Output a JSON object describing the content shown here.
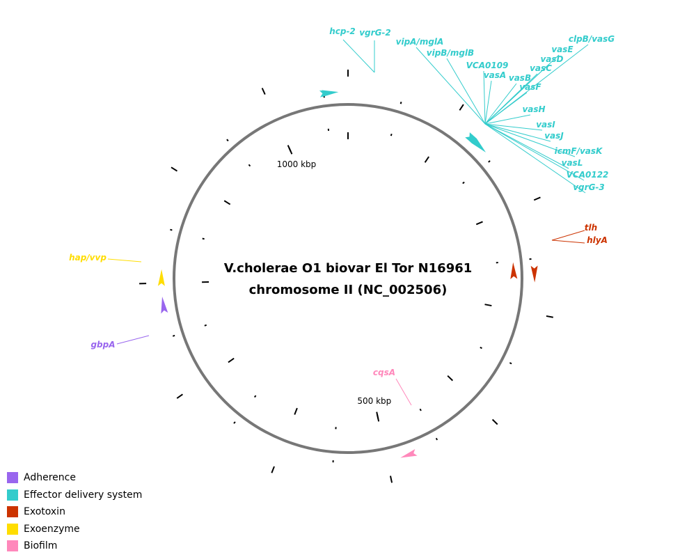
{
  "title_lines": [
    "V.cholerae O1 biovar El Tor N16961",
    "chromosome II (NC_002506)"
  ],
  "genome_length_kbp": 1072.3,
  "scale_labels": [
    {
      "kbp": 500,
      "text": "500 kbp"
    },
    {
      "kbp": 1000,
      "text": "1000 kbp"
    }
  ],
  "categories": [
    {
      "id": "adherence",
      "name": "Adherence",
      "color": "#9966ee"
    },
    {
      "id": "effector",
      "name": "Effector delivery system",
      "color": "#33cccc"
    },
    {
      "id": "exotoxin",
      "name": "Exotoxin",
      "color": "#cc3300"
    },
    {
      "id": "exoenzyme",
      "name": "Exoenzyme",
      "color": "#ffdd00"
    },
    {
      "id": "biofilm",
      "name": "Biofilm",
      "color": "#ff88bb"
    }
  ],
  "features": [
    {
      "name": "hcp-2",
      "category": "effector",
      "position_kbp": 1054,
      "strand": 1
    },
    {
      "name": "vgrG-2",
      "category": "effector",
      "position_kbp": 1056,
      "strand": 1
    },
    {
      "name": "vipA/mglA",
      "category": "effector",
      "position_kbp": 126,
      "strand": 1
    },
    {
      "name": "vipB/mglB",
      "category": "effector",
      "position_kbp": 126.5,
      "strand": 1
    },
    {
      "name": "VCA0109",
      "category": "effector",
      "position_kbp": 127,
      "strand": 1
    },
    {
      "name": "vasA",
      "category": "effector",
      "position_kbp": 127.5,
      "strand": 1
    },
    {
      "name": "vasB",
      "category": "effector",
      "position_kbp": 128,
      "strand": 1
    },
    {
      "name": "vasC",
      "category": "effector",
      "position_kbp": 128.5,
      "strand": 1
    },
    {
      "name": "vasD",
      "category": "effector",
      "position_kbp": 129,
      "strand": 1
    },
    {
      "name": "vasE",
      "category": "effector",
      "position_kbp": 129.5,
      "strand": 1
    },
    {
      "name": "clpB/vasG",
      "category": "effector",
      "position_kbp": 130,
      "strand": 1
    },
    {
      "name": "vasF",
      "category": "effector",
      "position_kbp": 130.5,
      "strand": 1
    },
    {
      "name": "vasH",
      "category": "effector",
      "position_kbp": 131,
      "strand": 1
    },
    {
      "name": "vasI",
      "category": "effector",
      "position_kbp": 131.5,
      "strand": 1
    },
    {
      "name": "vasJ",
      "category": "effector",
      "position_kbp": 132,
      "strand": 1
    },
    {
      "name": "icmF/vasK",
      "category": "effector",
      "position_kbp": 132.5,
      "strand": 1
    },
    {
      "name": "vasL",
      "category": "effector",
      "position_kbp": 133,
      "strand": 1
    },
    {
      "name": "VCA0122",
      "category": "effector",
      "position_kbp": 133.5,
      "strand": 1
    },
    {
      "name": "vgrG-3",
      "category": "effector",
      "position_kbp": 134,
      "strand": 1
    },
    {
      "name": "tlh",
      "category": "exotoxin",
      "position_kbp": 260,
      "strand": -1
    },
    {
      "name": "hlyA",
      "category": "exotoxin",
      "position_kbp": 264,
      "strand": 1
    },
    {
      "name": "cqsA",
      "category": "biofilm",
      "position_kbp": 480,
      "strand": 1
    },
    {
      "name": "gbpA",
      "category": "adherence",
      "position_kbp": 780,
      "strand": 1
    },
    {
      "name": "hap/vvp",
      "category": "exoenzyme",
      "position_kbp": 805,
      "strand": 1
    }
  ]
}
